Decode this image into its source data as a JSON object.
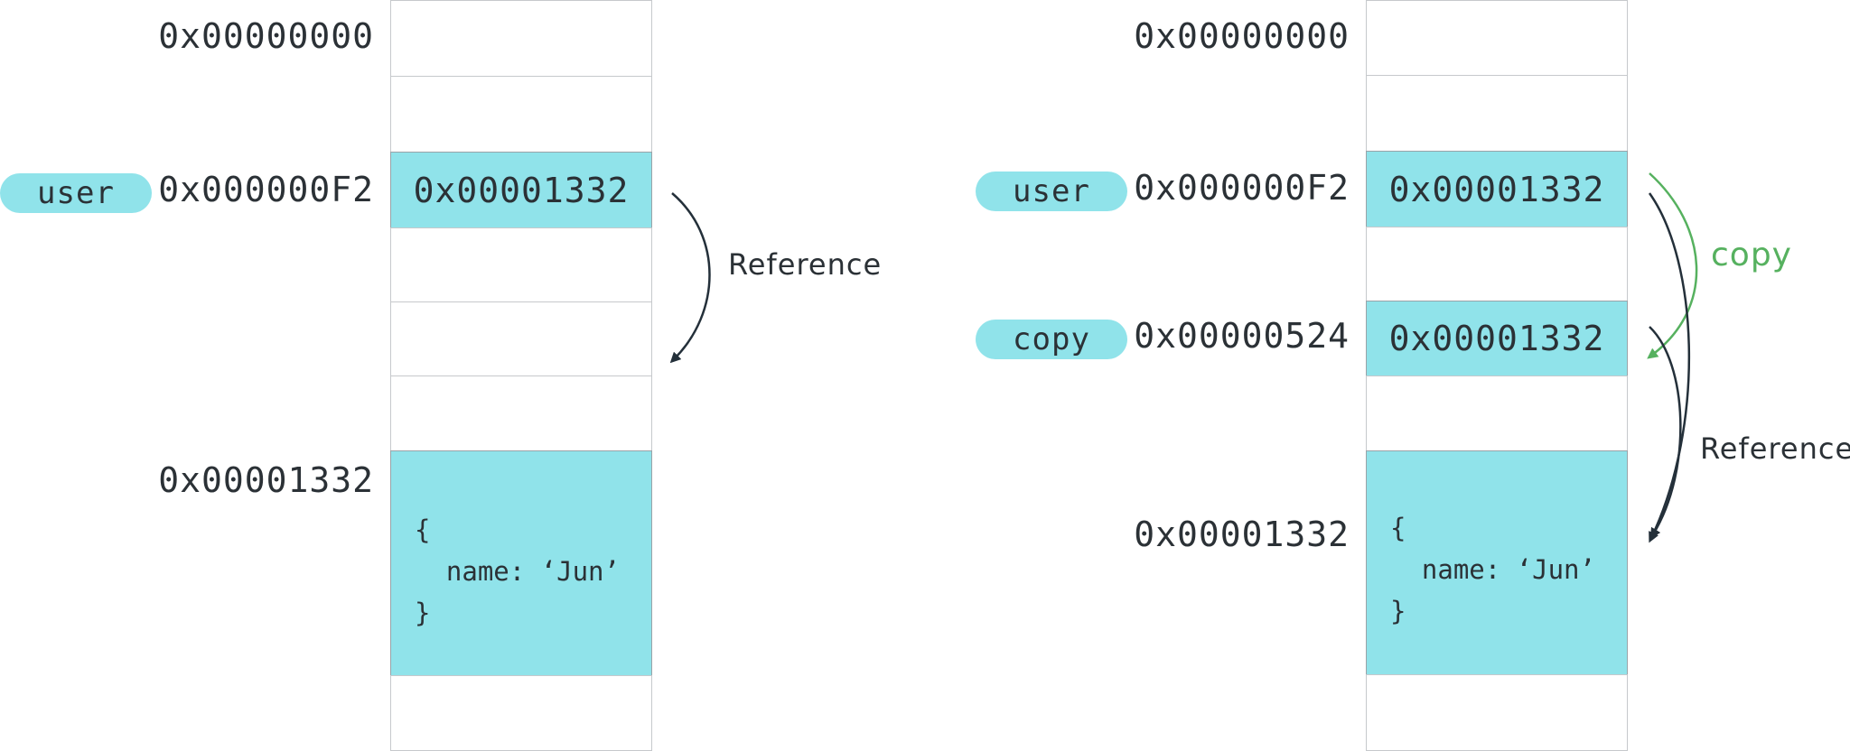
{
  "left": {
    "addresses": {
      "top": "0x00000000",
      "user": "0x000000F2",
      "object": "0x00001332"
    },
    "variable": "user",
    "user_cell_value": "0x00001332",
    "object_lines": [
      "{",
      "  name: ‘Jun’",
      "}"
    ],
    "arrow_label": "Reference"
  },
  "right": {
    "addresses": {
      "top": "0x00000000",
      "user": "0x000000F2",
      "copy": "0x00000524",
      "object": "0x00001332"
    },
    "variables": {
      "user": "user",
      "copy": "copy"
    },
    "user_cell_value": "0x00001332",
    "copy_cell_value": "0x00001332",
    "object_lines": [
      "{",
      "  name: ‘Jun’",
      "}"
    ],
    "copy_arrow_label": "copy",
    "reference_arrow_label": "Reference"
  },
  "colors": {
    "cell_fill": "#90e3ea",
    "pill_fill": "#90e3ea",
    "text": "#2b3136",
    "reference_arrow": "#24303a",
    "copy_arrow": "#56b15f",
    "cell_border": "#c6c9cc"
  }
}
